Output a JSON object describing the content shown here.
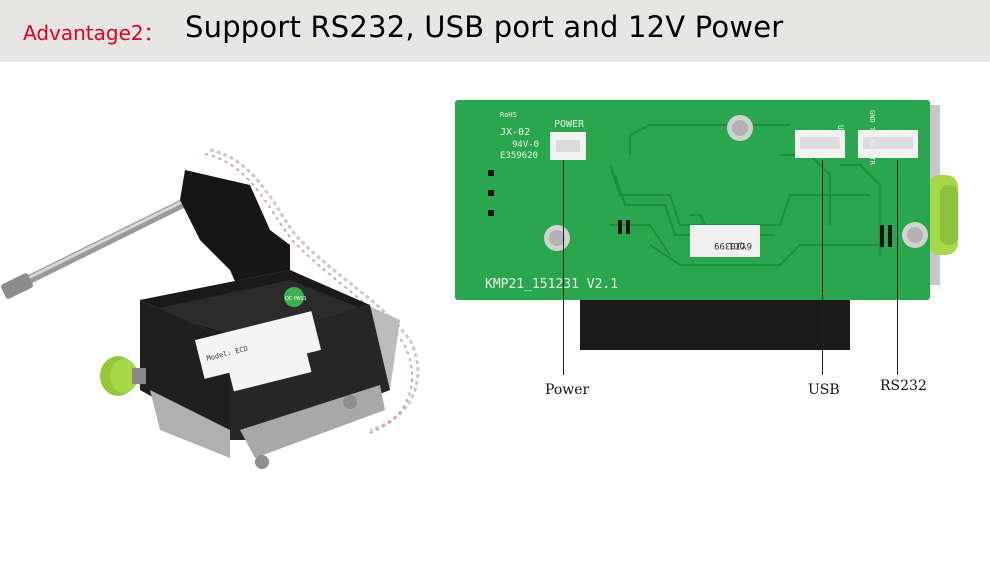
{
  "banner": {
    "lead": "Advantage2：",
    "title": "Support RS232, USB port and 12V  Power",
    "colors": {
      "lead": "#e2001a",
      "background": "#e6e6e4",
      "title": "#000000"
    }
  },
  "printer_photo": {
    "roller_knob_color": "#a6d84a",
    "label_text": "Model: ECD",
    "badge_text": "QC PASS"
  },
  "board_photo": {
    "silkscreen": {
      "rohs": "RoHS",
      "board_code": "JX-02",
      "rating": "94V-0",
      "cert": "E359620",
      "power_header": "POWER",
      "model_line": "KMP21_151231 V2.1",
      "sticker_line1": "QC1",
      "sticker_line2": "6YJ0399",
      "usb_header": "USB",
      "rs232_header": "GND TX RX DTR"
    },
    "colors": {
      "pcb": "#2aa64e",
      "connector": "#f2f2f2",
      "knob": "#a6d84a"
    }
  },
  "callouts": {
    "power": "Power",
    "usb": "USB",
    "rs232": "RS232"
  }
}
